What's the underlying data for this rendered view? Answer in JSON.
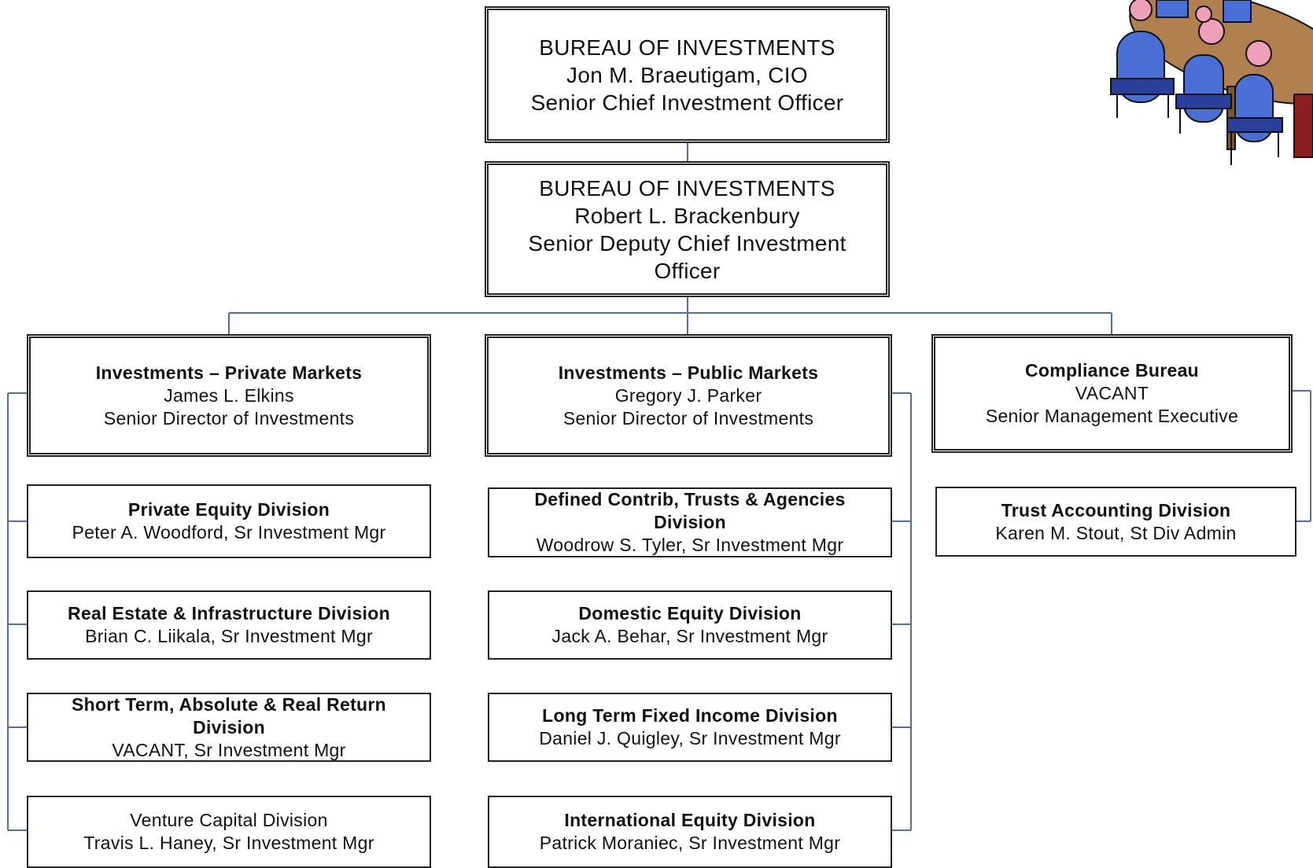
{
  "line_color": "#4f6fa8",
  "cio": {
    "title": "BUREAU OF INVESTMENTS",
    "name": "Jon M. Braeutigam, CIO",
    "role": "Senior Chief Investment Officer"
  },
  "deputy": {
    "title": "BUREAU OF INVESTMENTS",
    "name": "Robert L. Brackenbury",
    "role": "Senior Deputy Chief Investment",
    "role2": "Officer"
  },
  "private_markets": {
    "head": {
      "title": "Investments – Private Markets",
      "name": "James L. Elkins",
      "role": "Senior Director of Investments"
    },
    "divisions": [
      {
        "title": "Private Equity Division",
        "person": "Peter A. Woodford, Sr Investment Mgr"
      },
      {
        "title": "Real Estate & Infrastructure Division",
        "person": "Brian C. Liikala, Sr Investment Mgr"
      },
      {
        "title": "Short Term, Absolute & Real Return",
        "title2": "Division",
        "person": "VACANT, Sr Investment Mgr"
      },
      {
        "title": "Venture Capital Division",
        "person": "Travis L. Haney, Sr Investment Mgr"
      }
    ]
  },
  "public_markets": {
    "head": {
      "title": "Investments – Public Markets",
      "name": "Gregory J. Parker",
      "role": "Senior Director of Investments"
    },
    "divisions": [
      {
        "title": "Defined Contrib, Trusts & Agencies",
        "title2": "Division",
        "person": "Woodrow S. Tyler, Sr Investment Mgr"
      },
      {
        "title": "Domestic Equity Division",
        "person": "Jack A. Behar, Sr Investment Mgr"
      },
      {
        "title": "Long Term Fixed Income Division",
        "person": "Daniel J. Quigley, Sr Investment Mgr"
      },
      {
        "title": "International Equity Division",
        "person": "Patrick Moraniec, Sr Investment Mgr"
      }
    ]
  },
  "compliance": {
    "head": {
      "title": "Compliance Bureau",
      "name": "VACANT",
      "role": "Senior Management Executive"
    },
    "divisions": [
      {
        "title": "Trust Accounting Division",
        "person": "Karen M. Stout, St Div Admin"
      }
    ]
  },
  "clipart": {
    "icon": "meeting-table-icon"
  }
}
